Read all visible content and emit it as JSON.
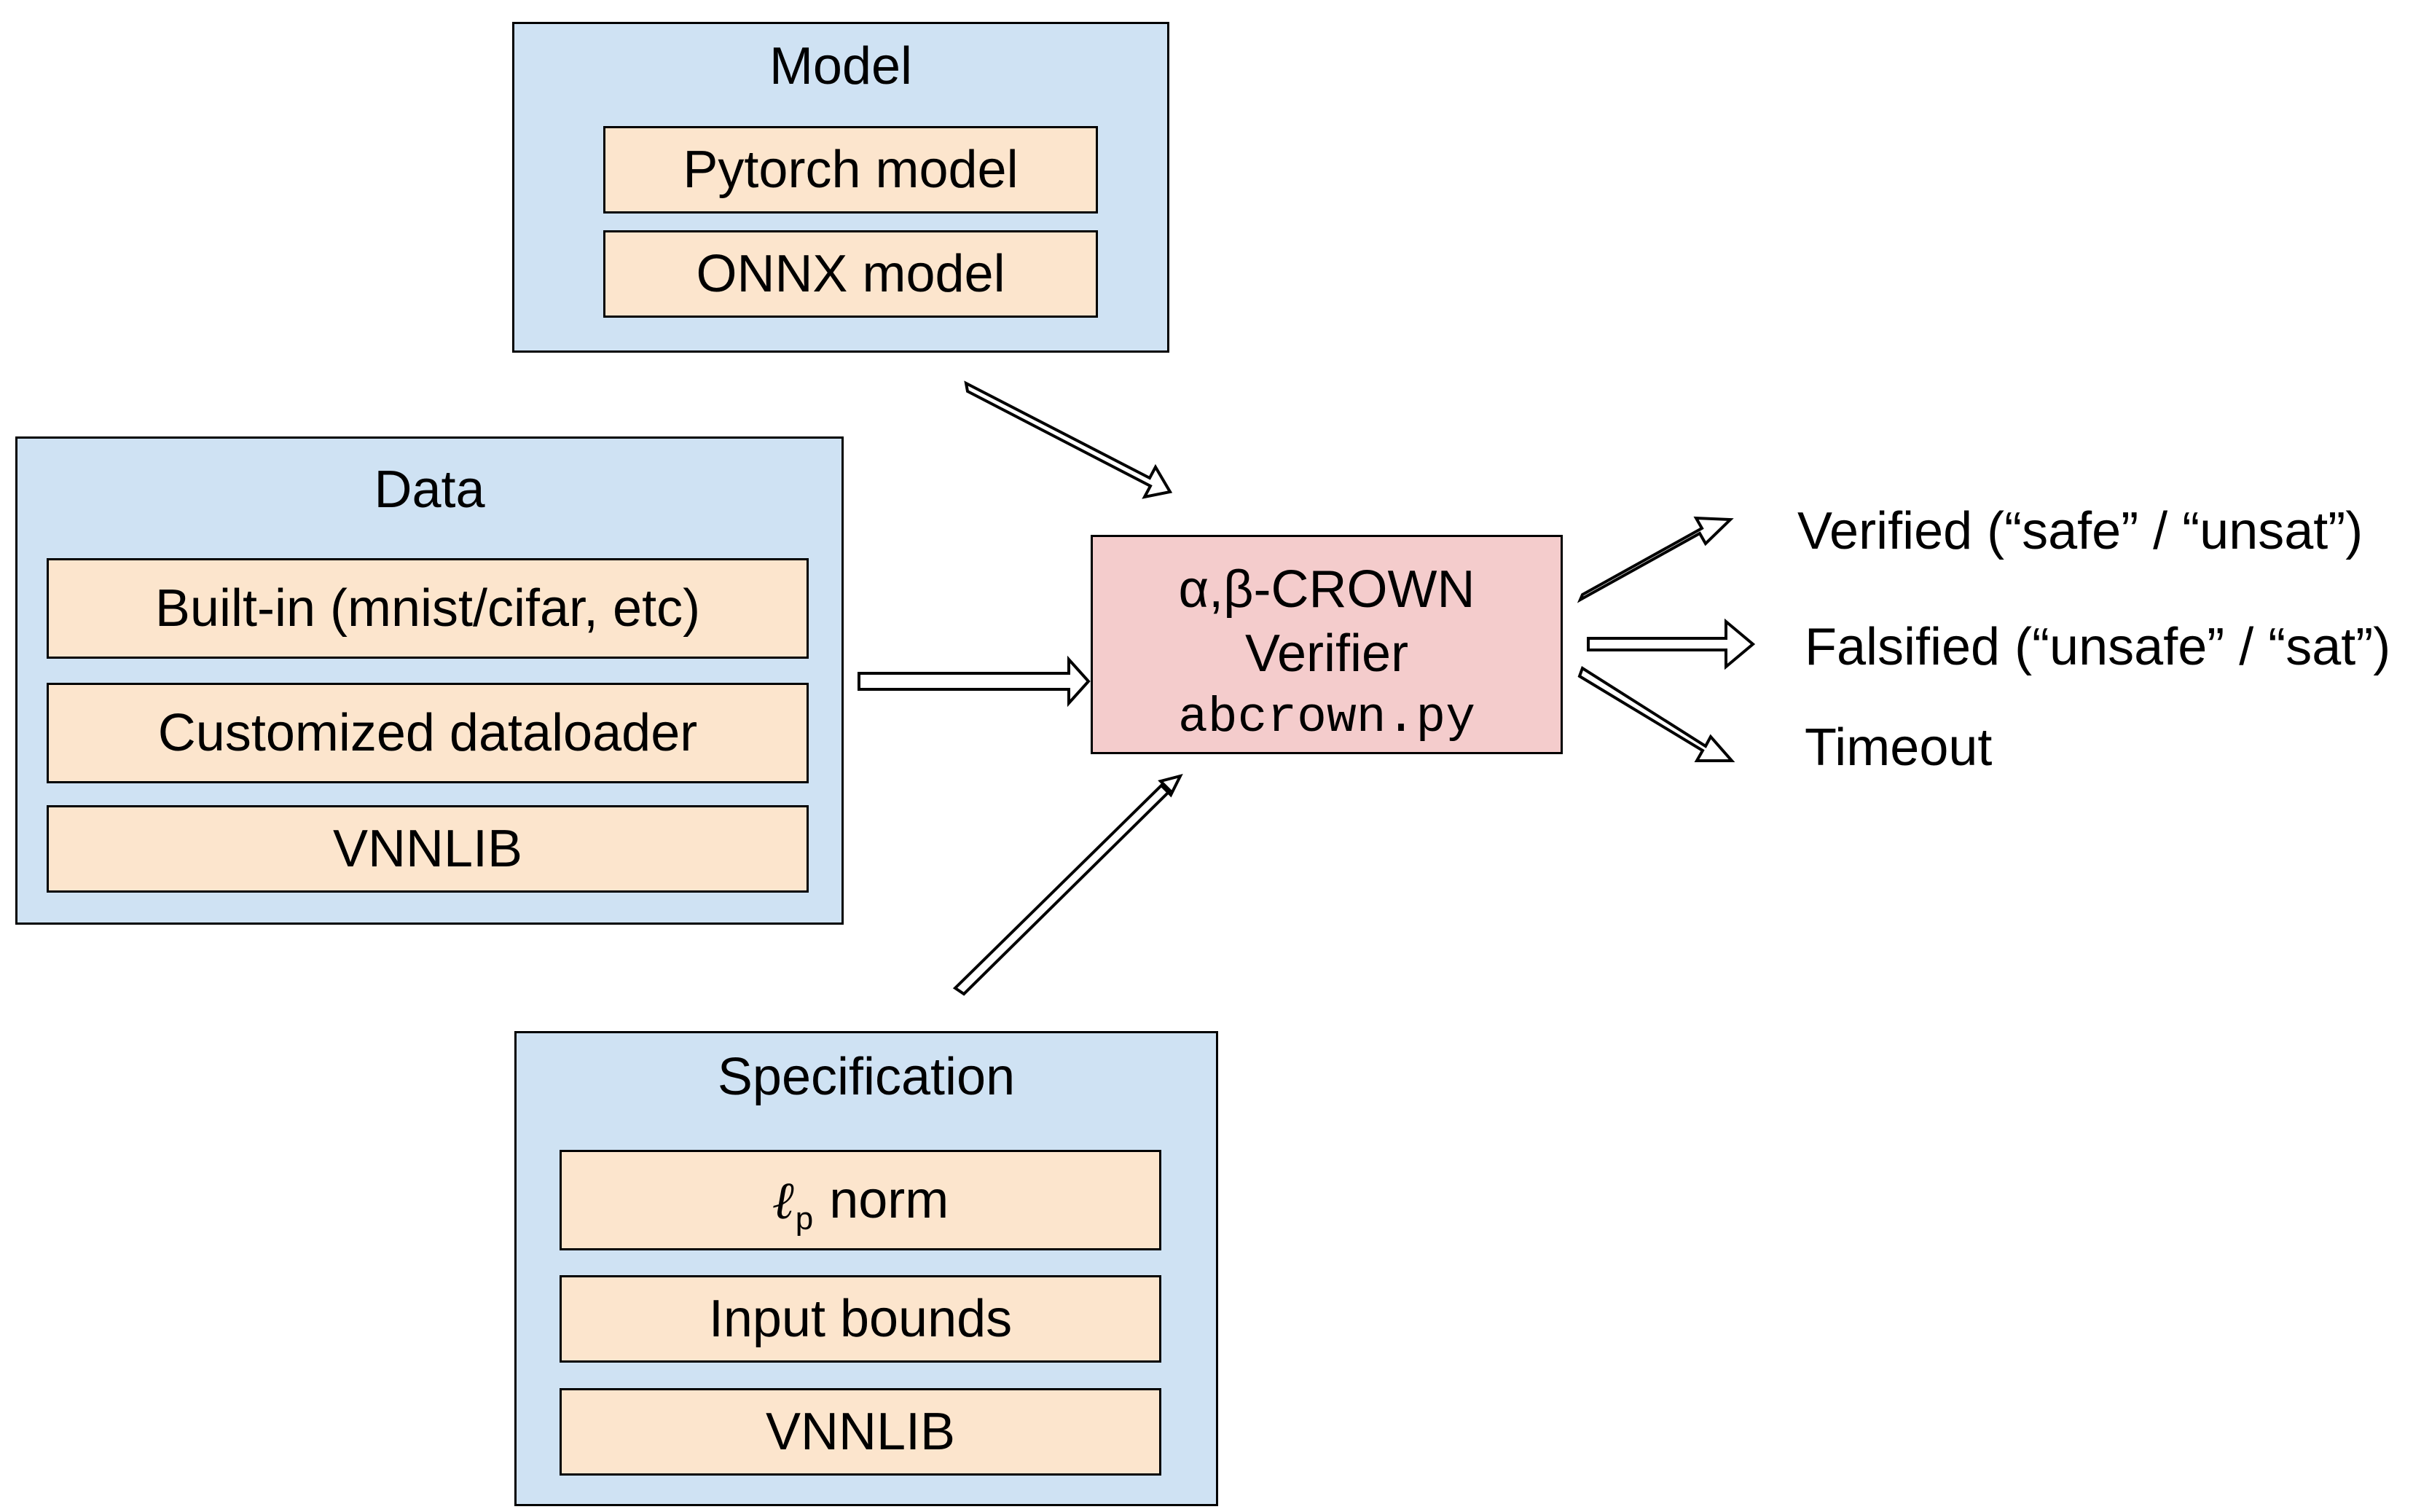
{
  "model": {
    "title": "Model",
    "items": [
      "Pytorch model",
      "ONNX model"
    ]
  },
  "data": {
    "title": "Data",
    "items": [
      "Built-in (mnist/cifar, etc)",
      "Customized dataloader",
      "VNNLIB"
    ]
  },
  "specification": {
    "title": "Specification",
    "lp_symbol": "ℓ",
    "lp_subscript": "p",
    "lp_label": "norm",
    "items": [
      "Input bounds",
      "VNNLIB"
    ]
  },
  "verifier": {
    "line1": "α,β-CROWN",
    "line2": "Verifier",
    "file": "abcrown.py"
  },
  "outcomes": {
    "verified": "Verified (“safe” / “unsat”)",
    "falsified": "Falsified (“unsafe” / “sat”)",
    "timeout": "Timeout"
  },
  "colors": {
    "group_fill": "#cfe2f3",
    "item_fill": "#fce5cd",
    "verifier_fill": "#f4cccc",
    "outline": "#000000"
  }
}
